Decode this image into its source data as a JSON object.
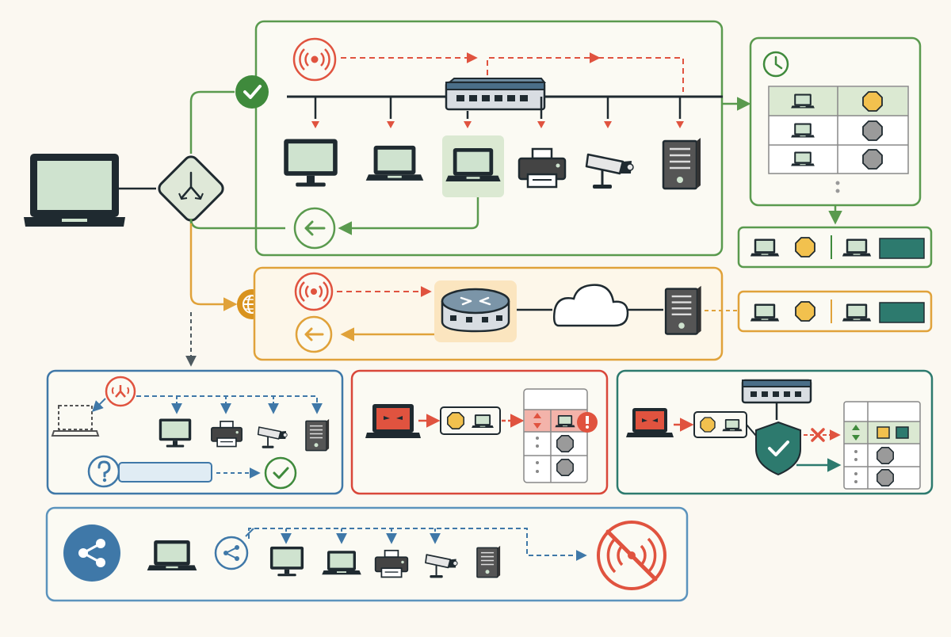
{
  "colors": {
    "background": "#fbf8f1",
    "ink": "#1f2a30",
    "screen": "#cfe3cf",
    "lan_green": "#5a9a4e",
    "lan_fill": "#fbfaf3",
    "wan_orange": "#e0a23a",
    "wan_fill": "#fdf4e2",
    "probe_red": "#e0533f",
    "blue": "#3f78a8",
    "teal": "#2d7a6e",
    "mac_gold": "#f2c14e",
    "gray_chip": "#9a9a9a",
    "switch_blue": "#4a6e88"
  },
  "icons": {
    "host": "laptop-icon",
    "decision": "branch-fork-icon",
    "lan_path_ok": "check-circle-icon",
    "wan_path": "globe-icon",
    "broadcast": "broadcast-signal-icon",
    "reply": "arrow-left-circle-icon",
    "switch": "network-switch-icon",
    "router": "router-icon",
    "internet": "cloud-icon",
    "server": "server-tower-icon",
    "monitor": "monitor-icon",
    "printer": "printer-icon",
    "camera": "security-camera-icon",
    "cache_timer": "clock-icon",
    "mac_address": "octagon-chip-icon",
    "unknown_host": "question-circle-icon",
    "attacker": "evil-laptop-icon",
    "conflict_alert": "exclamation-circle-icon",
    "inspection": "shield-check-icon",
    "blocked": "cross-mark-icon",
    "gratuitous_share": "share-nodes-icon",
    "no_broadcast": "no-broadcast-icon"
  },
  "panels": [
    "lan-request-panel",
    "arp-cache-panel",
    "wan-gateway-panel",
    "unknown-host-panel",
    "spoofing-attack-panel",
    "inspection-panel",
    "gratuitous-panel"
  ]
}
